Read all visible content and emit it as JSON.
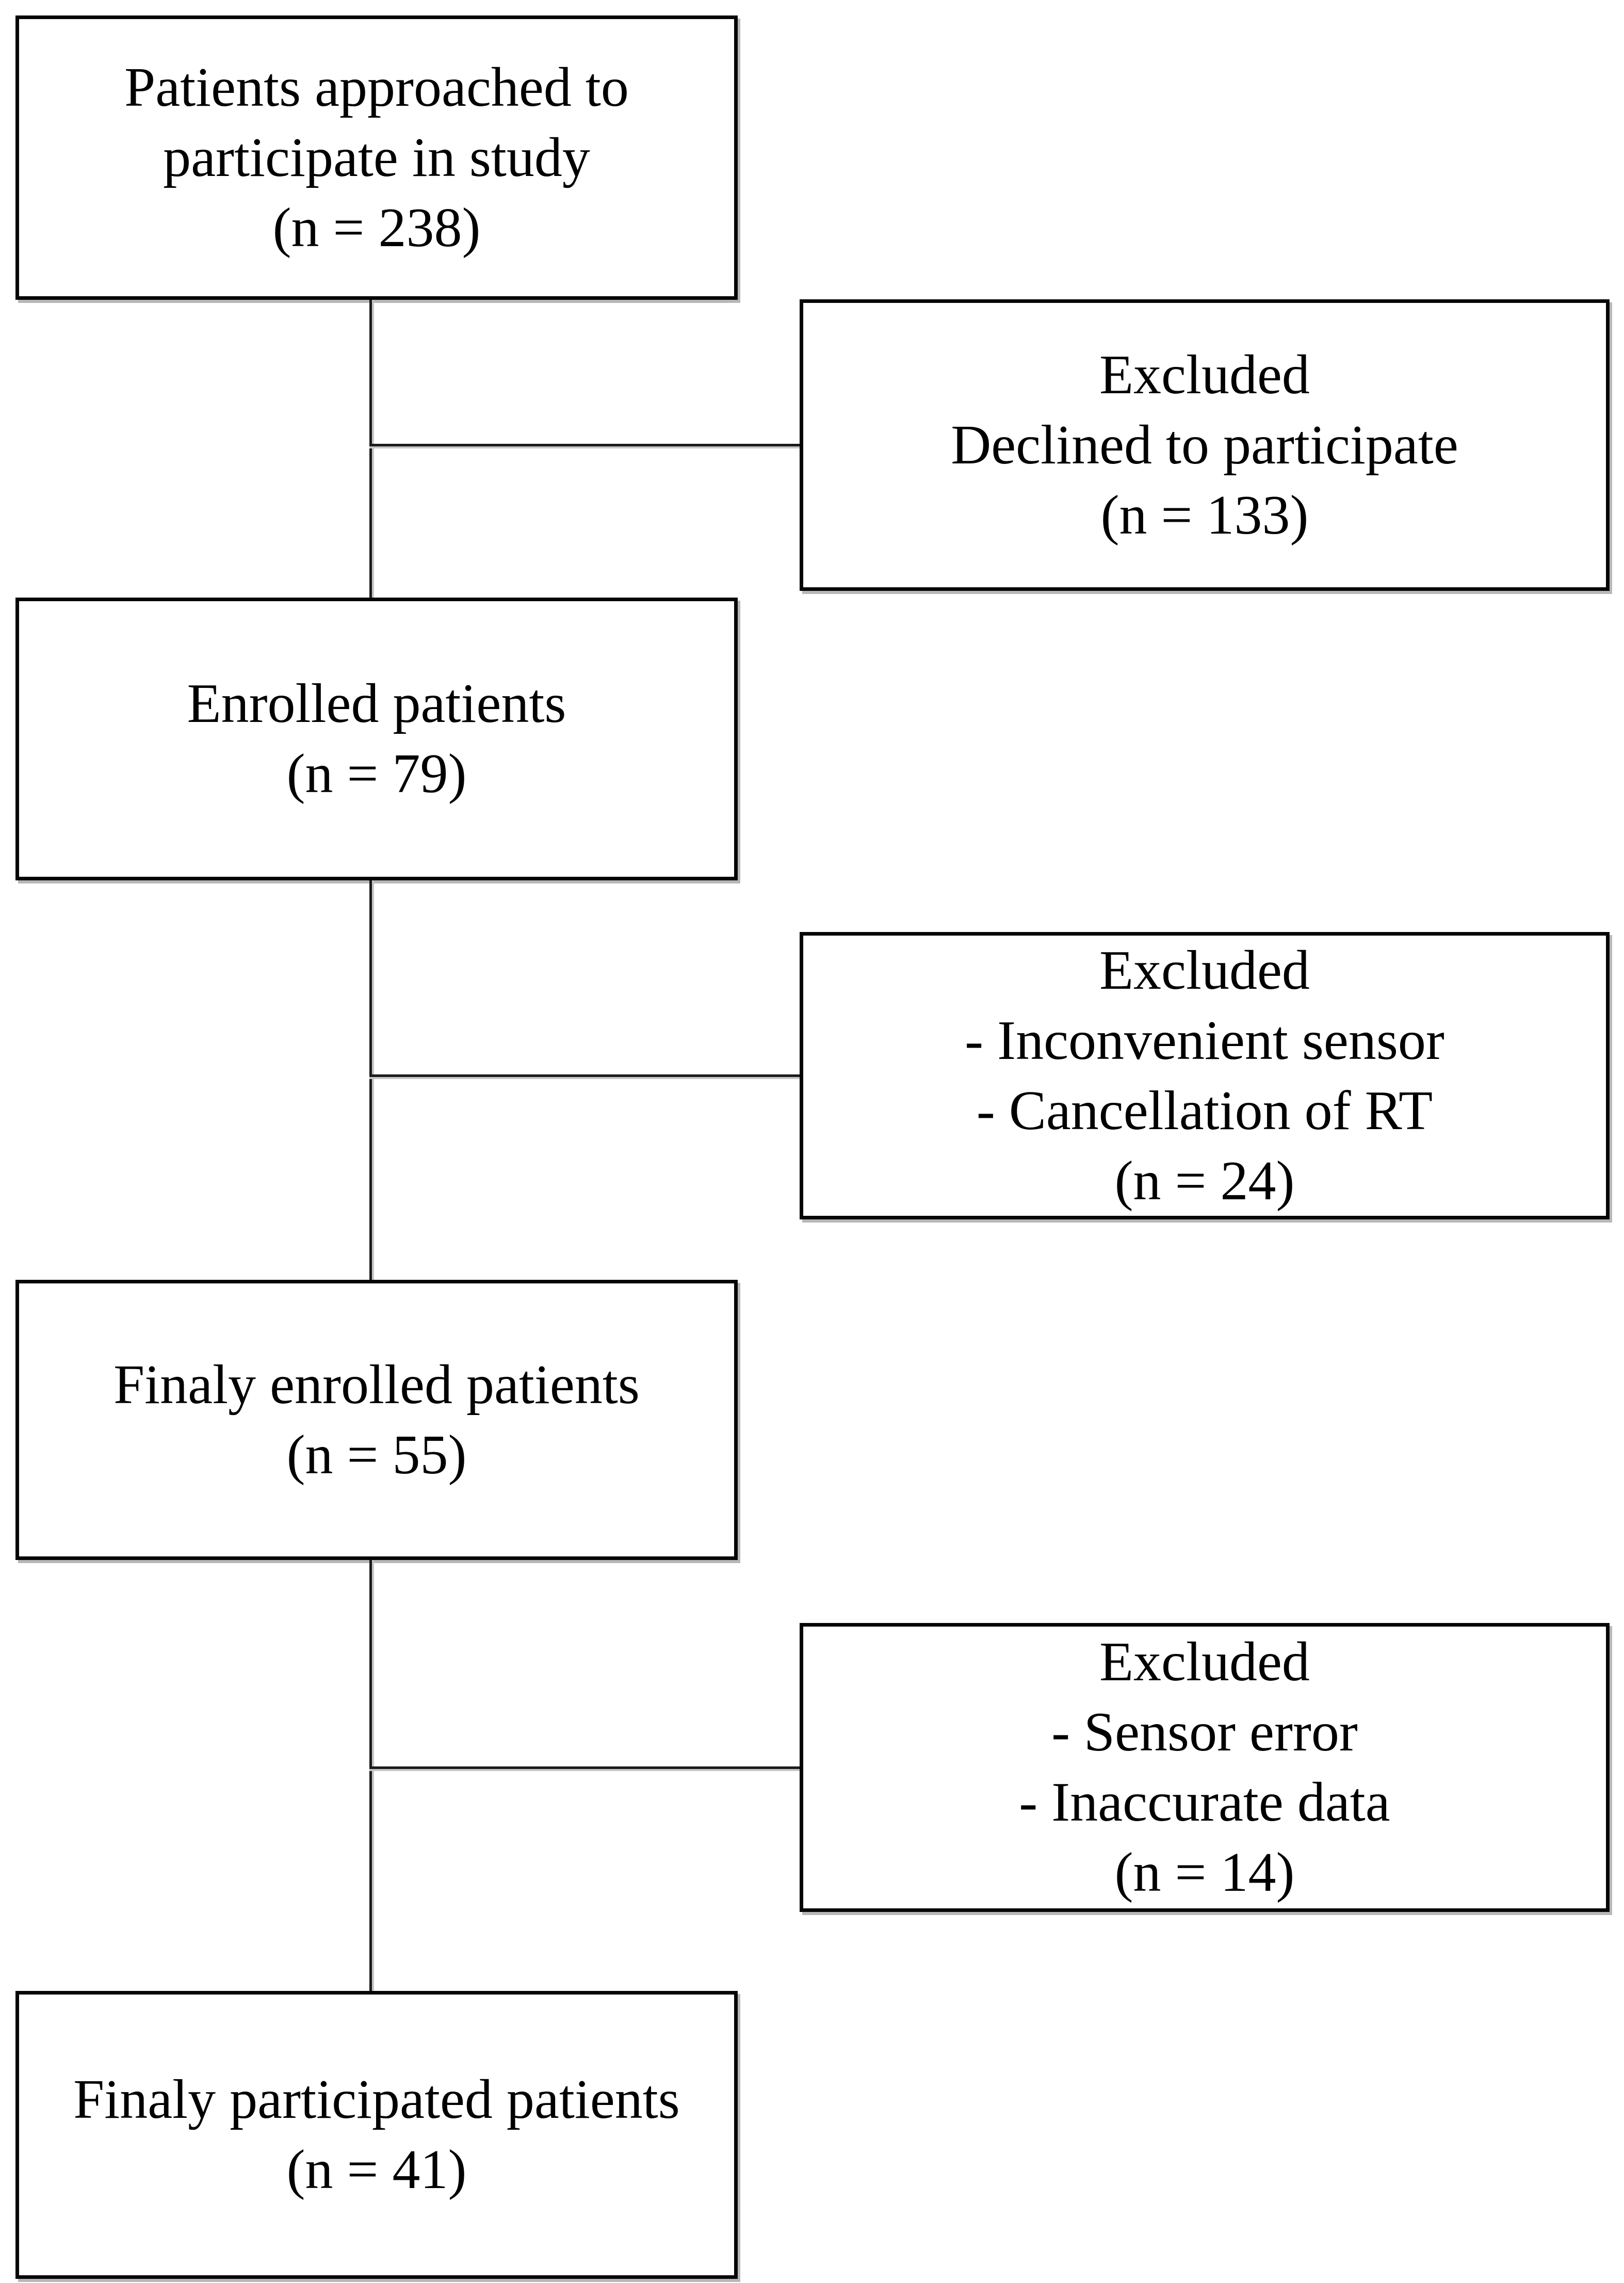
{
  "diagram": {
    "type": "patient-flow-chart",
    "colors": {
      "background": "#ffffff",
      "border": "#050505",
      "text": "#000000",
      "connector": "#1c1c1c",
      "shadow": "#b7b7b7"
    },
    "main_boxes": [
      {
        "id": "approached",
        "lines": [
          "Patients approached to",
          "participate in study",
          "(n = 238)"
        ]
      },
      {
        "id": "enrolled",
        "lines": [
          "Enrolled patients",
          "(n = 79)"
        ]
      },
      {
        "id": "finally-enrolled",
        "lines": [
          "Finaly enrolled patients",
          "(n = 55)"
        ]
      },
      {
        "id": "finally-participated",
        "lines": [
          "Finaly participated patients",
          "(n = 41)"
        ]
      }
    ],
    "excluded_boxes": [
      {
        "id": "excluded-declined",
        "lines": [
          "Excluded",
          "Declined to participate",
          "(n = 133)"
        ]
      },
      {
        "id": "excluded-sensor-rt",
        "lines": [
          "Excluded",
          "- Inconvenient sensor",
          "- Cancellation of RT",
          "(n = 24)"
        ]
      },
      {
        "id": "excluded-error-data",
        "lines": [
          "Excluded",
          "- Sensor error",
          "- Inaccurate data",
          "(n = 14)"
        ]
      }
    ]
  }
}
